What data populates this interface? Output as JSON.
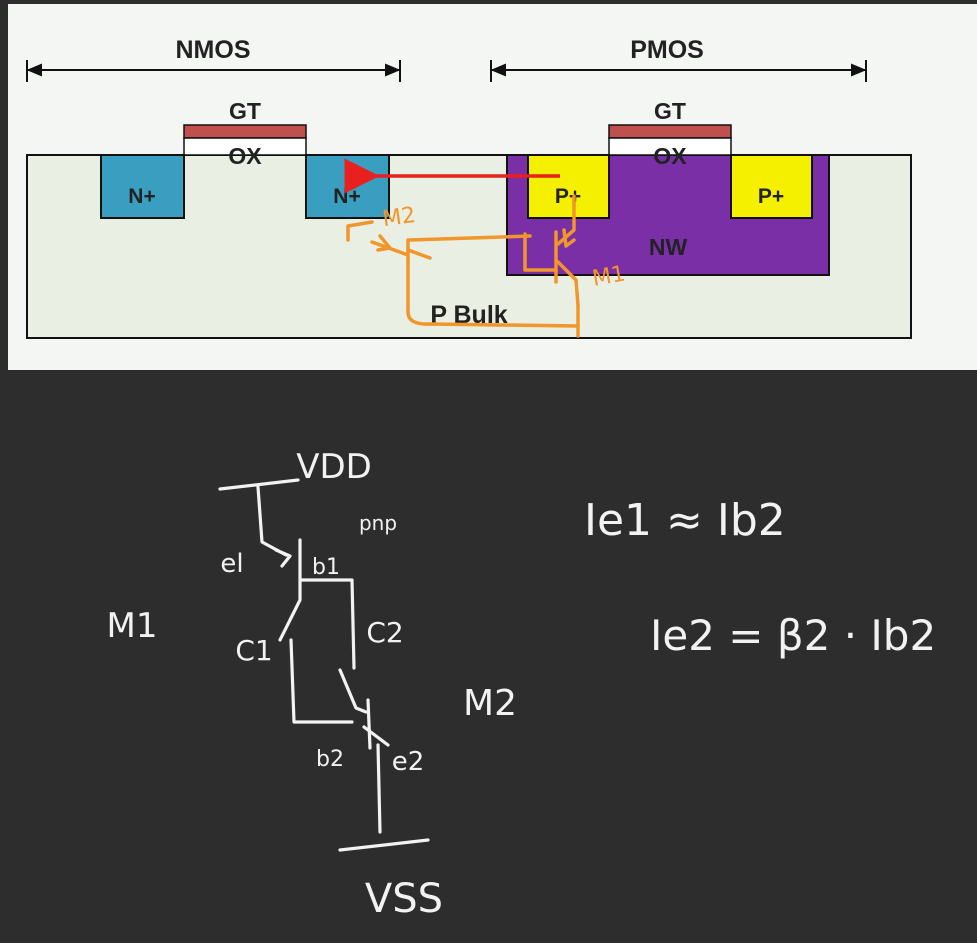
{
  "cross_section": {
    "nmos_label": "NMOS",
    "pmos_label": "PMOS",
    "gate_label_nmos": "GT",
    "gate_label_pmos": "GT",
    "oxide_label_nmos": "OX",
    "oxide_label_pmos": "OX",
    "n_plus_left": "N+",
    "n_plus_right": "N+",
    "p_plus_left": "P+",
    "p_plus_right": "P+",
    "nwell_label": "NW",
    "bulk_label": "P Bulk",
    "annotation_m2": "M2",
    "annotation_m1": "M1",
    "colors": {
      "substrate": "#e9efe3",
      "n_plus": "#3a9ec0",
      "p_plus": "#f4f000",
      "nwell": "#7a2fa6",
      "gate": "#c0504d",
      "arrow": "#e8201e",
      "annotation": "#f0962a"
    }
  },
  "notes": {
    "vdd": "VDD",
    "pnp": "pnp",
    "e1": "el",
    "b1": "b1",
    "c1": "C1",
    "c2": "C2",
    "m1": "M1",
    "m2": "M2",
    "b2": "b2",
    "e2": "e2",
    "vss": "VSS",
    "eq1": "Ie1 ≈ Ib2",
    "eq2": "Ie2 = β2 · Ib2"
  }
}
